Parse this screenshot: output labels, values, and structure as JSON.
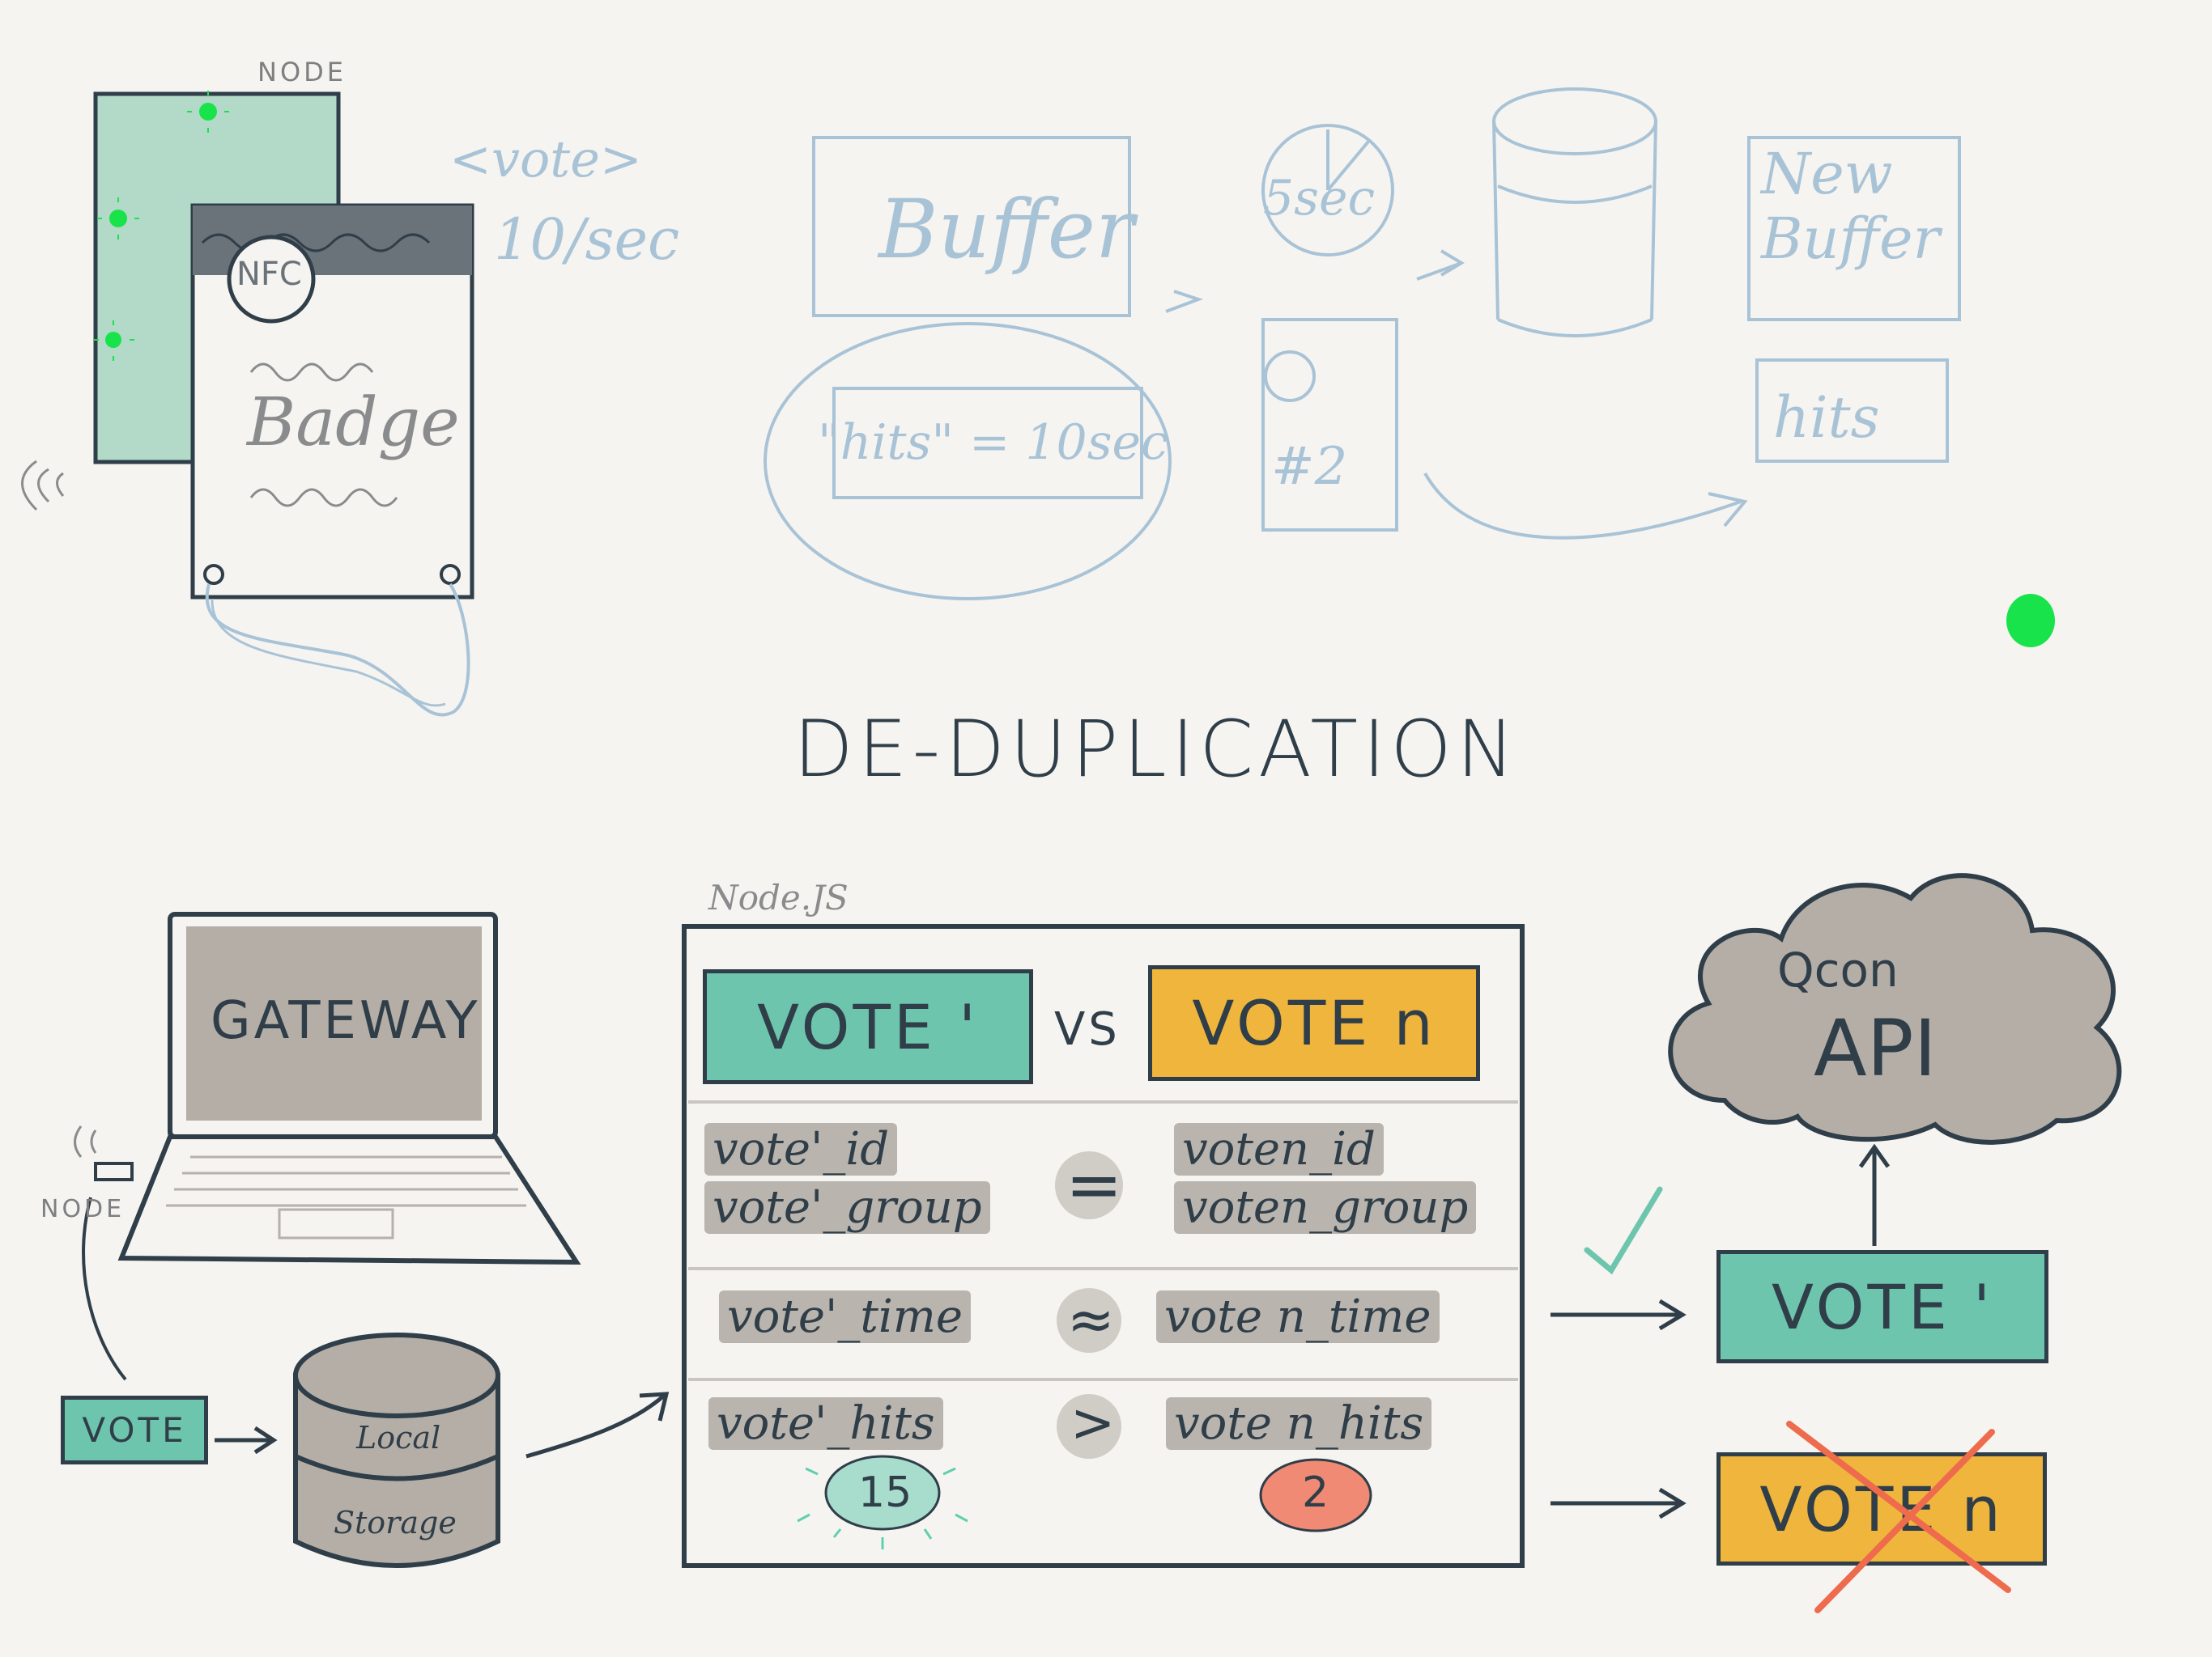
{
  "top_sketch": {
    "node_label": "NODE",
    "nfc_label": "NFC",
    "badge_label": "Badge",
    "vote_tag": "<vote>",
    "rate": "10/sec",
    "buffer_label": "Buffer",
    "hits_formula": "\"hits\" = 10sec",
    "timer_label": "5sec",
    "device_label": "#2",
    "new_buffer_label": "New Buffer",
    "hits_label": "hits"
  },
  "title": "DE-DUPLICATION",
  "bottom": {
    "gateway_label": "GATEWAY",
    "node_label": "NODE",
    "vote_chip": "VOTE",
    "storage": {
      "top": "Local",
      "bottom": "Storage"
    },
    "nodejs_label": "Node.JS",
    "compare": {
      "left_header": "VOTE '",
      "vs": "VS",
      "right_header": "VOTE n",
      "rows": [
        {
          "left": [
            "vote'_id",
            "vote'_group"
          ],
          "op": "=",
          "right": [
            "voten_id",
            "voten_group"
          ]
        },
        {
          "left": [
            "vote'_time"
          ],
          "op": "≈",
          "right": [
            "vote n_time"
          ]
        },
        {
          "left": [
            "vote'_hits"
          ],
          "op": ">",
          "right": [
            "vote n_hits"
          ]
        }
      ],
      "left_hits": "15",
      "right_hits": "2"
    },
    "cloud": {
      "line1": "Qcon",
      "line2": "API"
    },
    "accepted_vote": "VOTE '",
    "rejected_vote": "VOTE n"
  },
  "colors": {
    "teal": "#6ec5ad",
    "amber": "#efb53c",
    "green_light": "#19e34a",
    "reject_x": "#ee6b4d",
    "hits_low": "#f08a74",
    "hits_high": "#a8ddcd"
  }
}
